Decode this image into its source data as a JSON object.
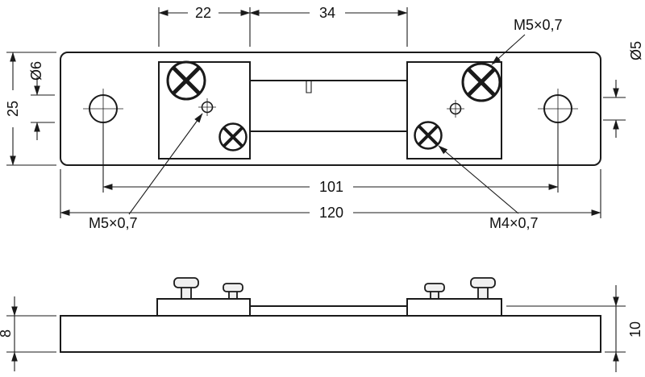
{
  "drawing": {
    "background": "#ffffff",
    "line_color": "#1a1a1a",
    "top_view": {
      "dim_block_width": "22",
      "dim_gap": "34",
      "dim_plate_height": "25",
      "dim_hole_dia_left": "Ø6",
      "dim_hole_dia_right": "Ø5",
      "dim_hole_spacing": "101",
      "dim_overall_length": "120",
      "label_screw_top_right": "M5×0,7",
      "label_tap_hole_left": "M5×0,7",
      "label_screw_bottom_right": "M4×0,7"
    },
    "side_view": {
      "dim_base_thickness": "8",
      "dim_overall_height": "10"
    }
  }
}
